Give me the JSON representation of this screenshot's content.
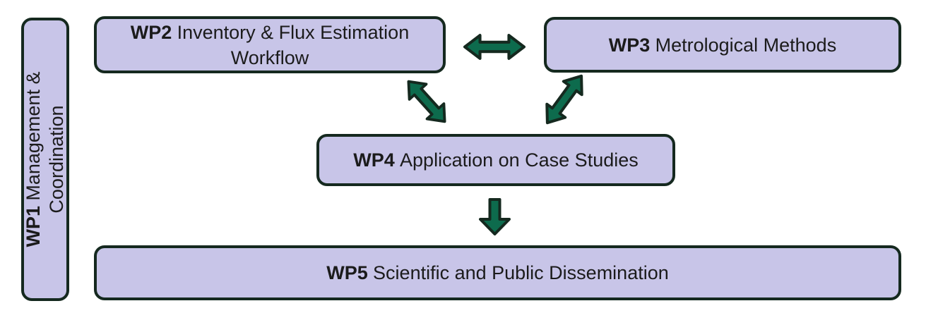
{
  "diagram_type": "work-package-flow",
  "colors": {
    "box_fill": "#C8C5E8",
    "box_border": "#15291F",
    "arrow_fill": "#0D6B4D",
    "arrow_outline": "#15291F",
    "text": "#1b1b1b",
    "background": "#ffffff"
  },
  "boxes": {
    "wp1": {
      "code": "WP1",
      "title": "Management & Coordination",
      "orientation": "vertical"
    },
    "wp2": {
      "code": "WP2",
      "title": "Inventory & Flux Estimation Workflow",
      "orientation": "horizontal"
    },
    "wp3": {
      "code": "WP3",
      "title": "Metrological Methods",
      "orientation": "horizontal"
    },
    "wp4": {
      "code": "WP4",
      "title": "Application on Case Studies",
      "orientation": "horizontal"
    },
    "wp5": {
      "code": "WP5",
      "title": "Scientific and Public Dissemination",
      "orientation": "horizontal"
    }
  },
  "arrows": [
    {
      "from": "WP2",
      "to": "WP3",
      "type": "double-headed",
      "direction": "horizontal"
    },
    {
      "from": "WP2",
      "to": "WP4",
      "type": "double-headed",
      "direction": "diagonal-down-right"
    },
    {
      "from": "WP3",
      "to": "WP4",
      "type": "double-headed",
      "direction": "diagonal-down-left"
    },
    {
      "from": "WP4",
      "to": "WP5",
      "type": "single-headed",
      "direction": "down"
    }
  ]
}
